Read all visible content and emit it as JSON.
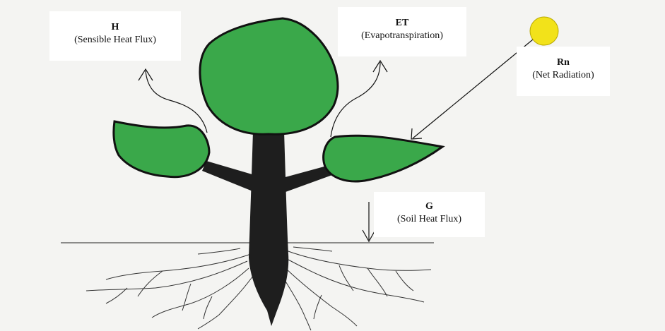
{
  "labels": {
    "h": {
      "abbr": "H",
      "full": "(Sensible Heat Flux)"
    },
    "et": {
      "abbr": "ET",
      "full": "(Evapotranspiration)"
    },
    "rn": {
      "abbr": "Rn",
      "full": "(Net Radiation)"
    },
    "g": {
      "abbr": "G",
      "full": "(Soil Heat Flux)"
    }
  },
  "colors": {
    "leaf": "#3aa84a",
    "stem": "#1e1e1e",
    "sun": "#f2e21a",
    "ink": "#111111"
  }
}
